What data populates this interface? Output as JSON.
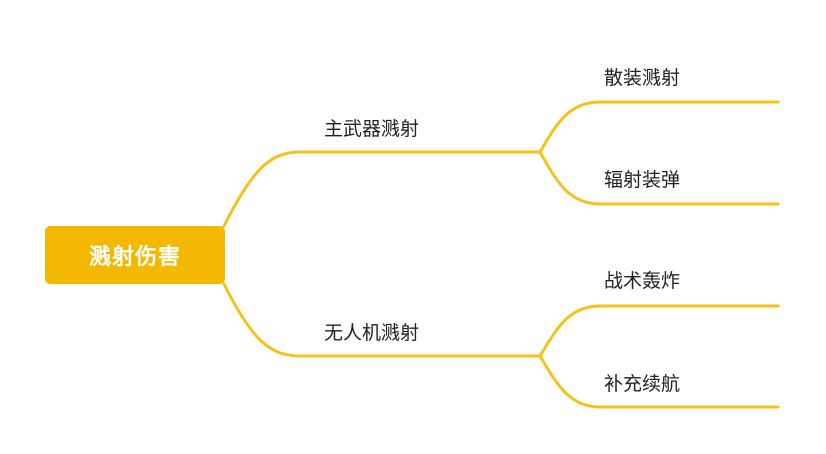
{
  "colors": {
    "accent": "#F5B800",
    "line": "#F5C21B",
    "text": "#222222",
    "root_text": "#FFFFFF"
  },
  "root": {
    "label": "溅射伤害"
  },
  "branches": [
    {
      "label": "主武器溅射",
      "children": [
        {
          "label": "散装溅射"
        },
        {
          "label": "辐射装弹"
        }
      ]
    },
    {
      "label": "无人机溅射",
      "children": [
        {
          "label": "战术轰炸"
        },
        {
          "label": "补充续航"
        }
      ]
    }
  ]
}
